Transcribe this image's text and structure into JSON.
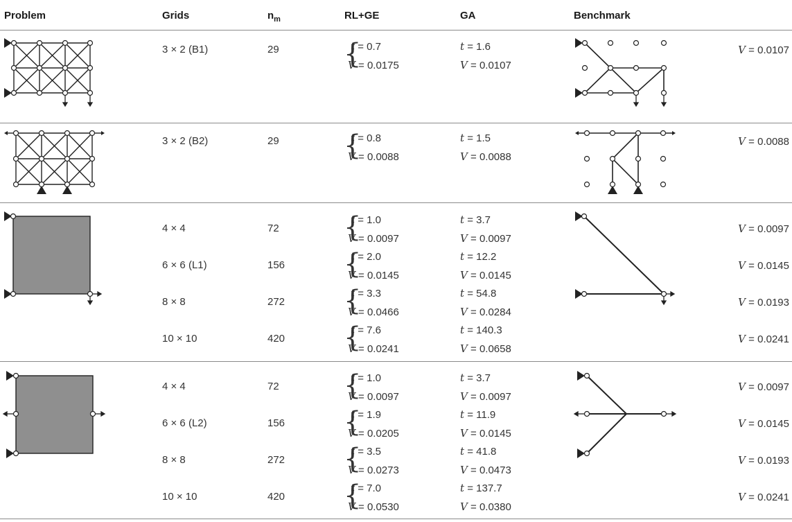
{
  "headers": {
    "problem": "Problem",
    "grids": "Grids",
    "nm_main": "n",
    "nm_sub": "m",
    "rlge": "RL+GE",
    "ga": "GA",
    "benchmark": "Benchmark"
  },
  "labels": {
    "t": "t",
    "V": "V",
    "eq": " = "
  },
  "groups": [
    {
      "rows": [
        {
          "grid": "3 × 2 (B1)",
          "nm": "29",
          "rl_t": "0.7",
          "rl_v": "0.0175",
          "ga_t": "1.6",
          "ga_v": "0.0107",
          "bench_v": "0.0107"
        }
      ]
    },
    {
      "rows": [
        {
          "grid": "3 × 2 (B2)",
          "nm": "29",
          "rl_t": "0.8",
          "rl_v": "0.0088",
          "ga_t": "1.5",
          "ga_v": "0.0088",
          "bench_v": "0.0088"
        }
      ]
    },
    {
      "rows": [
        {
          "grid": "4 × 4",
          "nm": "72",
          "rl_t": "1.0",
          "rl_v": "0.0097",
          "ga_t": "3.7",
          "ga_v": "0.0097",
          "bench_v": "0.0097"
        },
        {
          "grid": "6 × 6 (L1)",
          "nm": "156",
          "rl_t": "2.0",
          "rl_v": "0.0145",
          "ga_t": "12.2",
          "ga_v": "0.0145",
          "bench_v": "0.0145"
        },
        {
          "grid": "8 × 8",
          "nm": "272",
          "rl_t": "3.3",
          "rl_v": "0.0466",
          "ga_t": "54.8",
          "ga_v": "0.0284",
          "bench_v": "0.0193"
        },
        {
          "grid": "10 × 10",
          "nm": "420",
          "rl_t": "7.6",
          "rl_v": "0.0241",
          "ga_t": "140.3",
          "ga_v": "0.0658",
          "bench_v": "0.0241"
        }
      ]
    },
    {
      "rows": [
        {
          "grid": "4 × 4",
          "nm": "72",
          "rl_t": "1.0",
          "rl_v": "0.0097",
          "ga_t": "3.7",
          "ga_v": "0.0097",
          "bench_v": "0.0097"
        },
        {
          "grid": "6 × 6 (L2)",
          "nm": "156",
          "rl_t": "1.9",
          "rl_v": "0.0205",
          "ga_t": "11.9",
          "ga_v": "0.0145",
          "bench_v": "0.0145"
        },
        {
          "grid": "8 × 8",
          "nm": "272",
          "rl_t": "3.5",
          "rl_v": "0.0273",
          "ga_t": "41.8",
          "ga_v": "0.0473",
          "bench_v": "0.0193"
        },
        {
          "grid": "10 × 10",
          "nm": "420",
          "rl_t": "7.0",
          "rl_v": "0.0530",
          "ga_t": "137.7",
          "ga_v": "0.0380",
          "bench_v": "0.0241"
        }
      ]
    }
  ],
  "colors": {
    "truss": "#222222",
    "panel_fill": "#8f8f8f",
    "rule": "#8a8a8a"
  },
  "icons": [
    "pin-support-icon",
    "load-arrow-icon",
    "node-circle-icon"
  ]
}
